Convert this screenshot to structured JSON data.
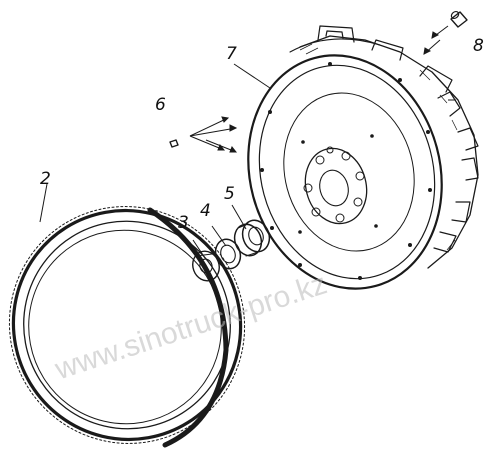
{
  "callouts": {
    "c2": "2",
    "c3": "3",
    "c4": "4",
    "c5": "5",
    "c6": "6",
    "c7": "7",
    "c8": "8"
  },
  "watermark": "www.sinotruck-pro.kz",
  "colors": {
    "ink": "#1a1a1a",
    "paper": "#ffffff",
    "watermark": "#b9b9b9"
  }
}
